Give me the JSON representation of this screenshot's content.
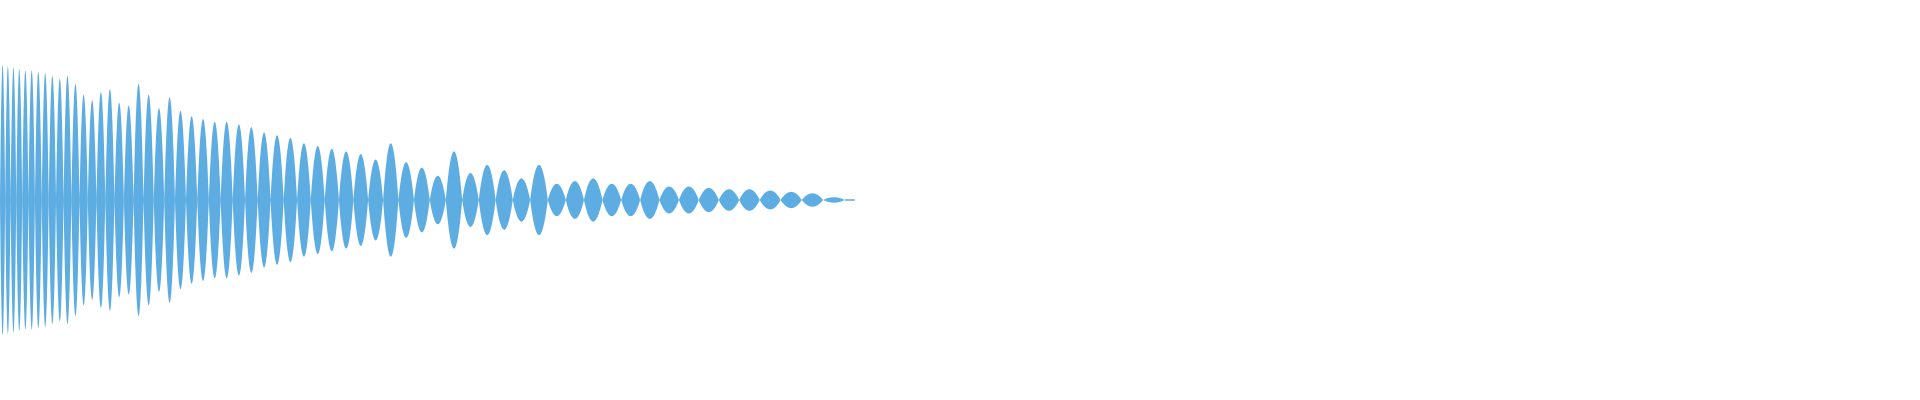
{
  "waveform": {
    "color": "#5dade2",
    "background": "#ffffff",
    "shape": "decaying-chirp",
    "duration_fraction_of_width": 0.44,
    "lobe_peaks": [
      1.0,
      0.99,
      0.98,
      0.97,
      0.96,
      0.96,
      0.95,
      0.94,
      0.92,
      0.9,
      0.92,
      0.86,
      0.78,
      0.74,
      0.8,
      0.82,
      0.72,
      0.7,
      0.86,
      0.78,
      0.68,
      0.76,
      0.66,
      0.62,
      0.6,
      0.58,
      0.58,
      0.56,
      0.54,
      0.5,
      0.48,
      0.46,
      0.42,
      0.4,
      0.38,
      0.36,
      0.34,
      0.3,
      0.42,
      0.28,
      0.24,
      0.18,
      0.36,
      0.2,
      0.26,
      0.22,
      0.16,
      0.26,
      0.12,
      0.14,
      0.16,
      0.12,
      0.12,
      0.14,
      0.1,
      0.1,
      0.09,
      0.08,
      0.08,
      0.07,
      0.06,
      0.05,
      0.02
    ]
  }
}
